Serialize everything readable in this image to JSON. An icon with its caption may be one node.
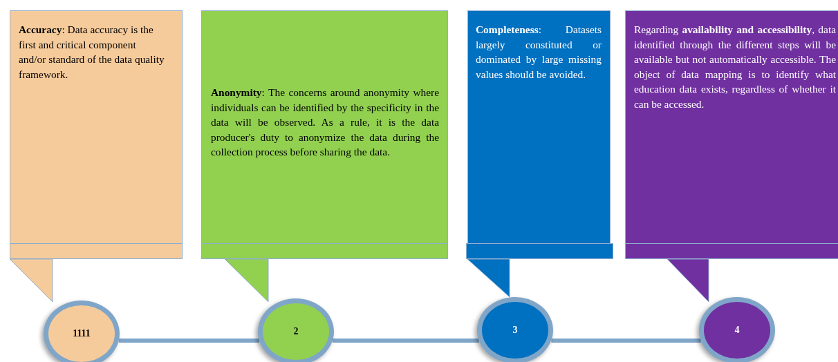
{
  "diagram": {
    "nodes": [
      {
        "text": [
          "**Accuracy**: Data accuracy is the first and critical component and/or standard of the data quality framework."
        ]
      },
      {
        "text": [
          "**Anonymity**: The concerns around anonymity where individuals can be identified by the specificity in the data will be observed. As a rule, it is the data producer's duty to anonymize the data during the collection process before sharing the data."
        ]
      },
      {
        "text": [
          "**Completeness**: Datasets largely constituted or dominated by large missing values should be avoided."
        ]
      },
      {
        "text": [
          "Regarding **availability and accessibility**, data identified through the different steps will be available but not automatically accessible. The object of data mapping is to identify what education data exists, regardless of whether it can be accessed."
        ]
      },
      {
        "text": [
          "1111"
        ]
      },
      {
        "text": [
          "2"
        ]
      },
      {
        "text": [
          "3"
        ]
      },
      {
        "text": [
          "4"
        ]
      }
    ],
    "edges": [
      {
        "from": 4,
        "to": 5,
        "arrow": "none"
      },
      {
        "from": 5,
        "to": 6,
        "arrow": "none"
      },
      {
        "from": 6,
        "to": 7,
        "arrow": "none"
      }
    ]
  }
}
